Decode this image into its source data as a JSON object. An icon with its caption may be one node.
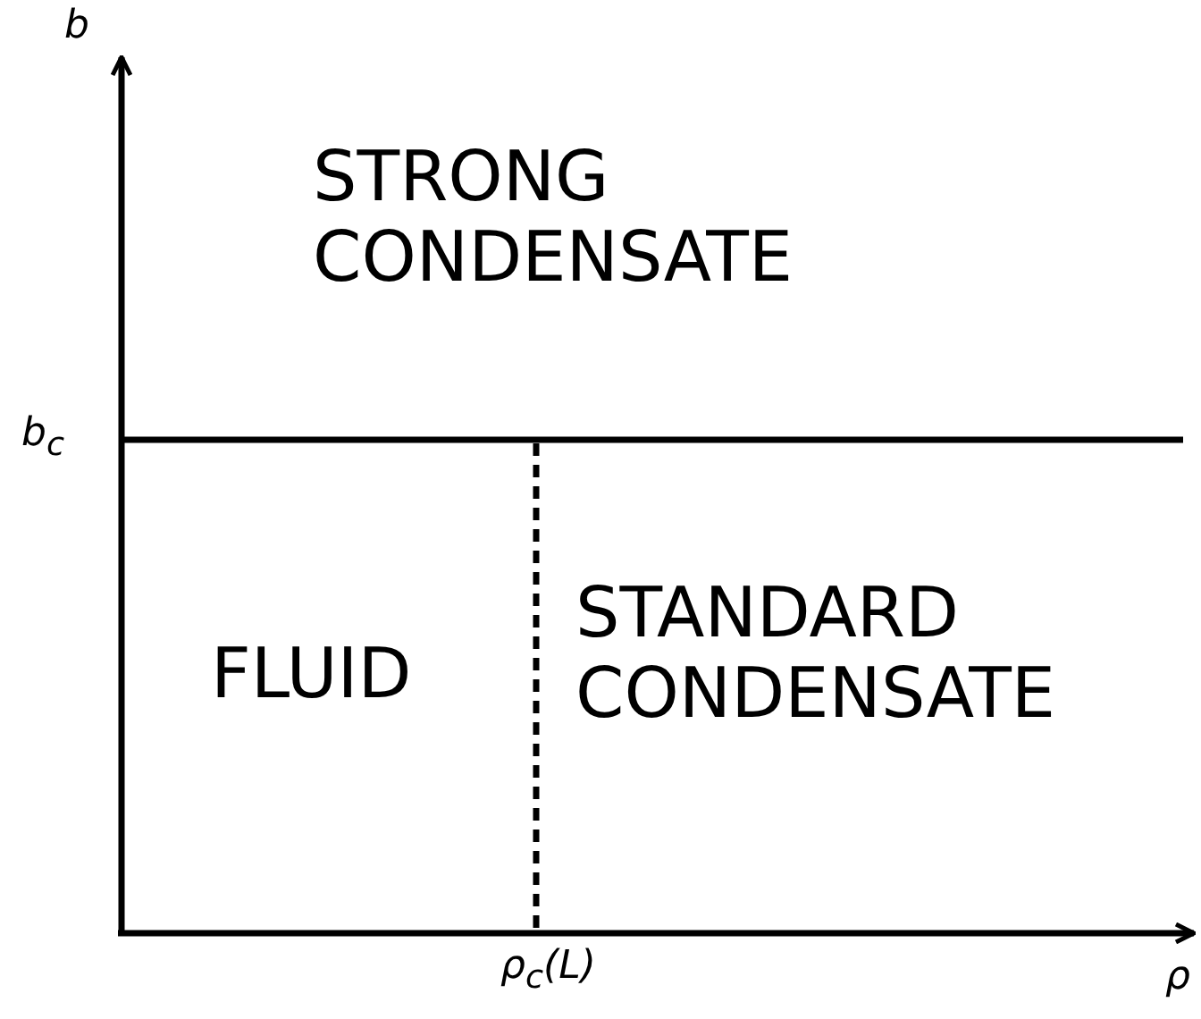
{
  "diagram": {
    "labels": [
      "b",
      "STRONG CONDENSATE",
      "b$_{c}$",
      "FLUID",
      "STANDARD CONDENSATE",
      "ρ$_{c}$(L)",
      "ρ"
    ]
  }
}
